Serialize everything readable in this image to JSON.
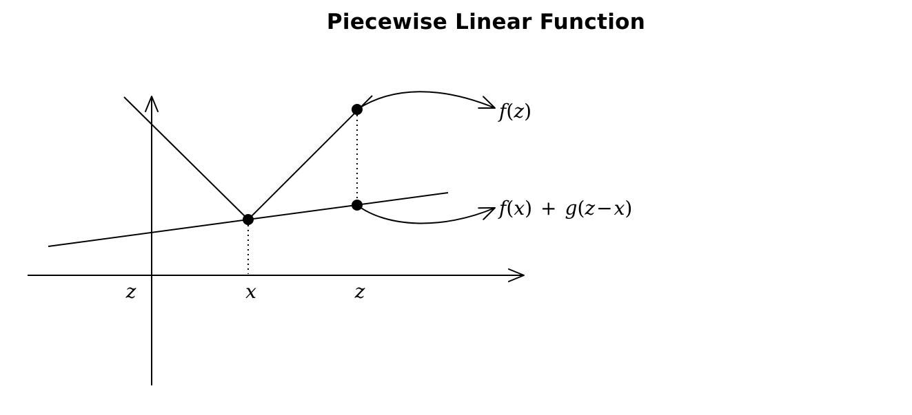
{
  "title": "Piecewise Linear Function",
  "axis_labels": {
    "left_z": "z",
    "x": "x",
    "right_z": "z"
  },
  "annotations": {
    "fz": {
      "f": "f",
      "open": "(",
      "arg": "z",
      "close": ")"
    },
    "fx_plus_g": {
      "f": "f",
      "open1": "(",
      "arg1": "x",
      "close1": ")",
      "plus": "+",
      "g": "g",
      "open2": "(",
      "z": "z",
      "minus": "−",
      "x": "x",
      "close2": ")"
    }
  },
  "colors": {
    "ink": "#000000",
    "background": "#ffffff"
  }
}
